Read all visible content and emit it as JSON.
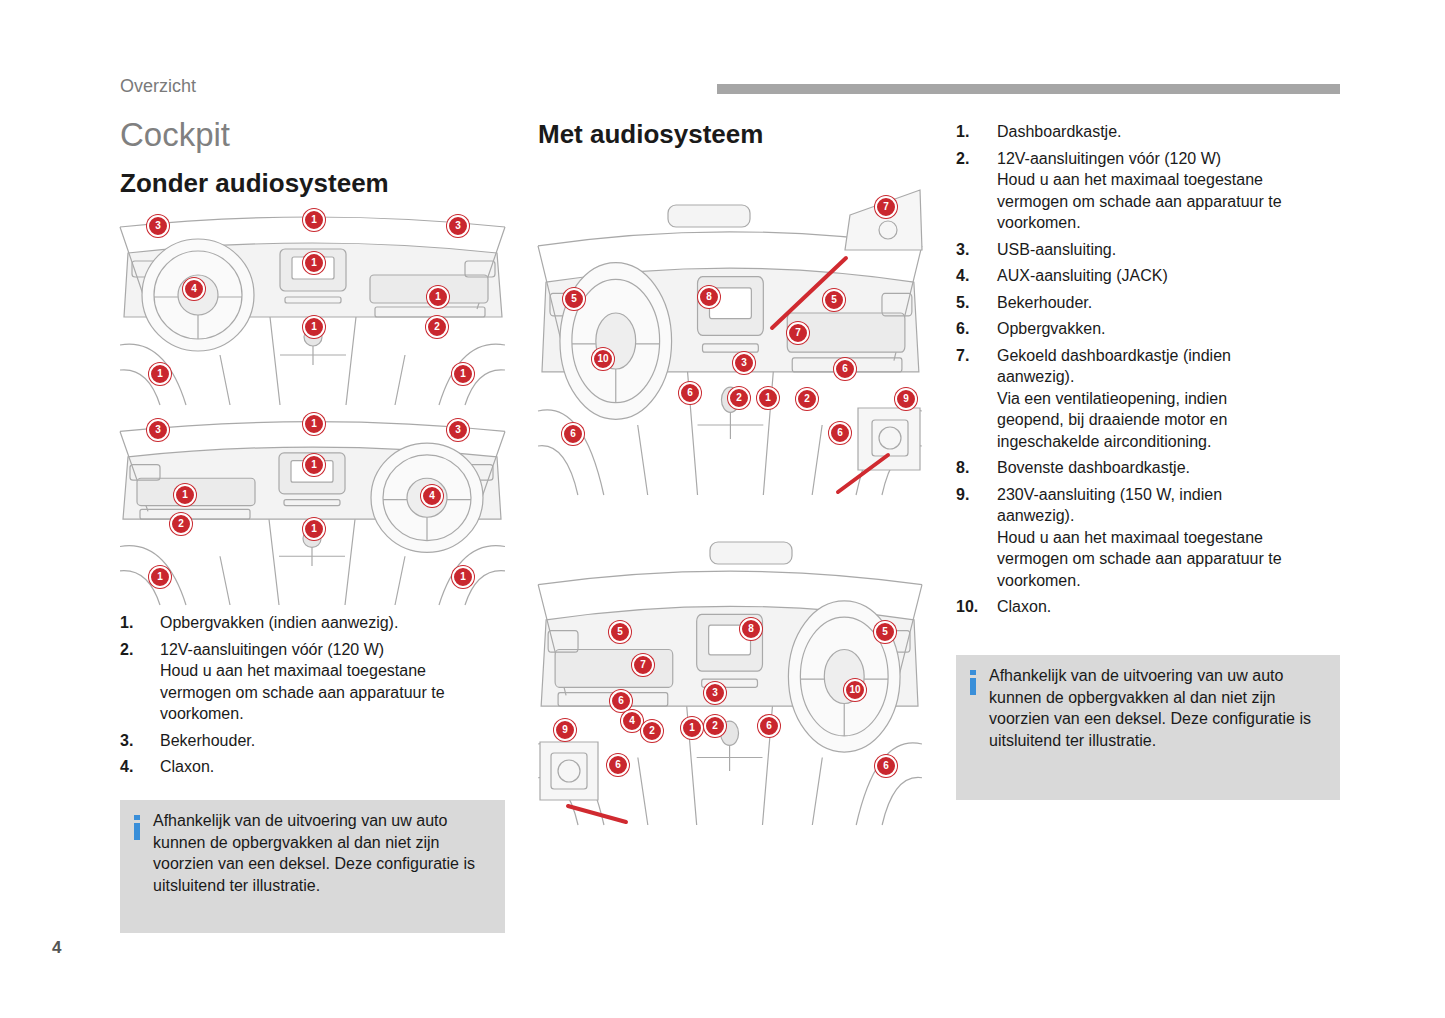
{
  "diagram": {
    "title": "Cockpit",
    "nodes": [
      {
        "text": [
          "Afhankelijk van de uitvoering van uw auto kunnen de opbergvakken al dan niet zijn voorzien van een deksel. Deze configuratie is uitsluitend ter illustratie."
        ]
      },
      {
        "text": [
          "Afhankelijk van de uitvoering van uw auto kunnen de opbergvakken al dan niet zijn voorzien van een deksel. Deze configuratie is uitsluitend ter illustratie."
        ]
      }
    ],
    "labels": [
      "Overzicht",
      "Zonder audiosysteem",
      "Met audiosysteem",
      "3",
      "1",
      "3",
      "1",
      "4",
      "1",
      "1",
      "2",
      "1",
      "1",
      "3",
      "1",
      "3",
      "1",
      "4",
      "1",
      "2",
      "1",
      "1",
      "1",
      "7",
      "5",
      "8",
      "5",
      "7",
      "10",
      "3",
      "6",
      "6",
      "2",
      "1",
      "2",
      "9",
      "6",
      "6",
      "5",
      "8",
      "5",
      "7",
      "10",
      "3",
      "6",
      "4",
      "2",
      "1",
      "2",
      "6",
      "9",
      "6",
      "6",
      "1.",
      "Opbergvakken (indien aanwezig).",
      "2.",
      "12V-aansluitingen vóór (120 W)",
      "Houd u aan het maximaal toegestane vermogen om schade aan apparatuur te voorkomen.",
      "3.",
      "Bekerhouder.",
      "4.",
      "Claxon.",
      "1.",
      "Dashboardkastje.",
      "2.",
      "12V-aansluitingen vóór (120 W)",
      "Houd u aan het maximaal toegestane vermogen om schade aan apparatuur te voorkomen.",
      "3.",
      "USB-aansluiting.",
      "4.",
      "AUX-aansluiting (JACK)",
      "5.",
      "Bekerhouder.",
      "6.",
      "Opbergvakken.",
      "7.",
      "Gekoeld dashboardkastje (indien aanwezig).",
      "Via een ventilatieopening, indien geopend, bij draaiende motor en ingeschakelde airconditioning.",
      "8.",
      "Bovenste dashboardkastje.",
      "9.",
      "230V-aansluiting (150 W, indien aanwezig).",
      "Houd u aan het maximaal toegestane vermogen om schade aan apparatuur te voorkomen.",
      "10.",
      "Claxon.",
      "4"
    ]
  }
}
